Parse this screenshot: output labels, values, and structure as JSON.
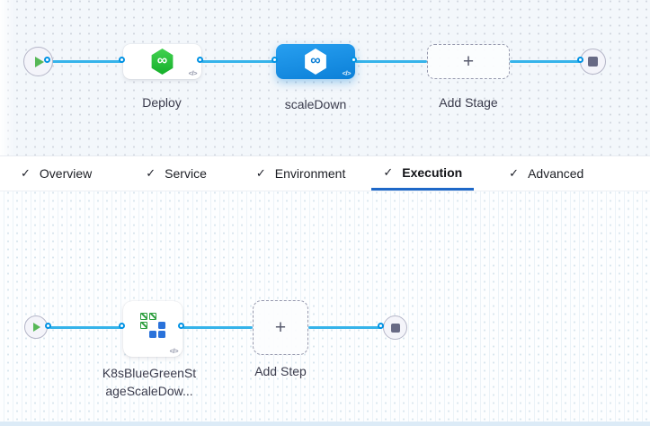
{
  "stage_graph": {
    "stages": [
      {
        "label": "Deploy",
        "selected": false,
        "icon": "harness-cd-hexagon"
      },
      {
        "label": "scaleDown",
        "selected": true,
        "icon": "harness-cd-hexagon"
      }
    ],
    "add_stage_label": "Add Stage"
  },
  "tabs": [
    {
      "label": "Overview",
      "checked": true,
      "active": false
    },
    {
      "label": "Service",
      "checked": true,
      "active": false
    },
    {
      "label": "Environment",
      "checked": true,
      "active": false
    },
    {
      "label": "Execution",
      "checked": true,
      "active": true
    },
    {
      "label": "Advanced",
      "checked": true,
      "active": false
    }
  ],
  "step_graph": {
    "step_label_line1": "K8sBlueGreenSt",
    "step_label_line2": "ageScaleDow...",
    "add_step_label": "Add Step"
  },
  "glyphs": {
    "check": "✓",
    "plus": "+",
    "infinity": "∞",
    "code": "</>"
  },
  "colors": {
    "connector_blue": "#35b3ea",
    "port_ring_blue": "#0092e4",
    "selected_stage_blue": "#0f86df",
    "tab_underline_blue": "#1e68c8",
    "cd_green": "#1db12e",
    "k8s_green": "#2d9e3e",
    "k8s_blue": "#2a72da",
    "play_green": "#57b857",
    "stop_gray": "#686a85"
  }
}
